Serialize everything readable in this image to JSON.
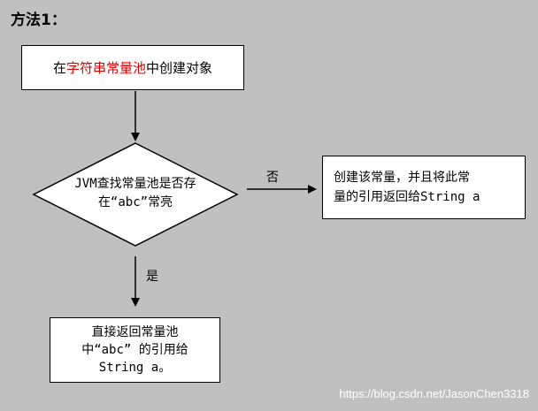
{
  "title": "方法1：",
  "start_box": {
    "prefix": "在",
    "highlight": "字符串常量池",
    "suffix": "中创建对象"
  },
  "decision": {
    "line1": "JVM查找常量池是否存",
    "line2": "在“abc”常亮"
  },
  "no_label": "否",
  "yes_label": "是",
  "right_box": {
    "line1": "创建该常量，并且将此常",
    "line2": "量的引用返回给String a"
  },
  "bottom_box": {
    "line1": "直接返回常量池",
    "line2": "中“abc” 的引用给",
    "line3": "String a。"
  },
  "watermark": "https://blog.csdn.net/JasonChen3318",
  "colors": {
    "background": "#c0c0c0",
    "highlight": "#e00000"
  }
}
